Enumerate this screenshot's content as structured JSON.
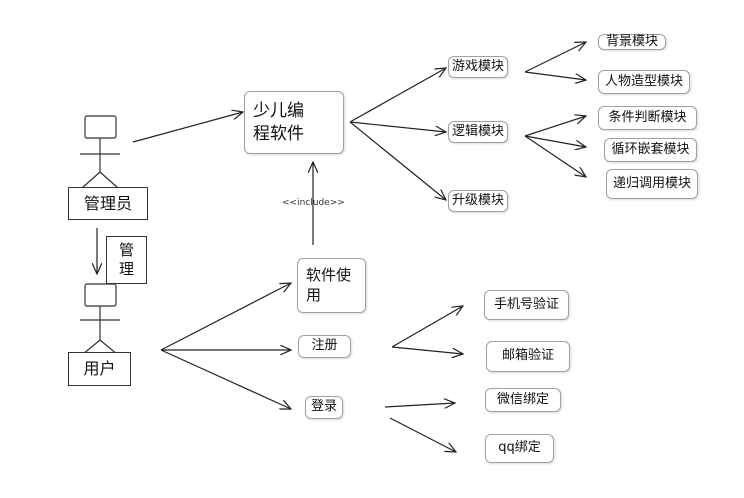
{
  "software": "少儿编程软件",
  "modules": {
    "game": "游戏模块",
    "logic": "逻辑模块",
    "upgrade": "升级模块"
  },
  "game_sub": [
    "背景模块",
    "人物造型模块"
  ],
  "logic_sub": [
    "条件判断模块",
    "循环嵌套模块",
    "递归调用模块"
  ],
  "actors": {
    "admin": "管理员",
    "user": "用户"
  },
  "manage_label": "管理",
  "include_label": "<<include>>",
  "user_cases": {
    "use": "软件使用",
    "register": "注册",
    "login": "登录"
  },
  "register_sub": [
    "手机号验证",
    "邮箱验证"
  ],
  "login_sub": [
    "微信绑定",
    "qq绑定"
  ]
}
